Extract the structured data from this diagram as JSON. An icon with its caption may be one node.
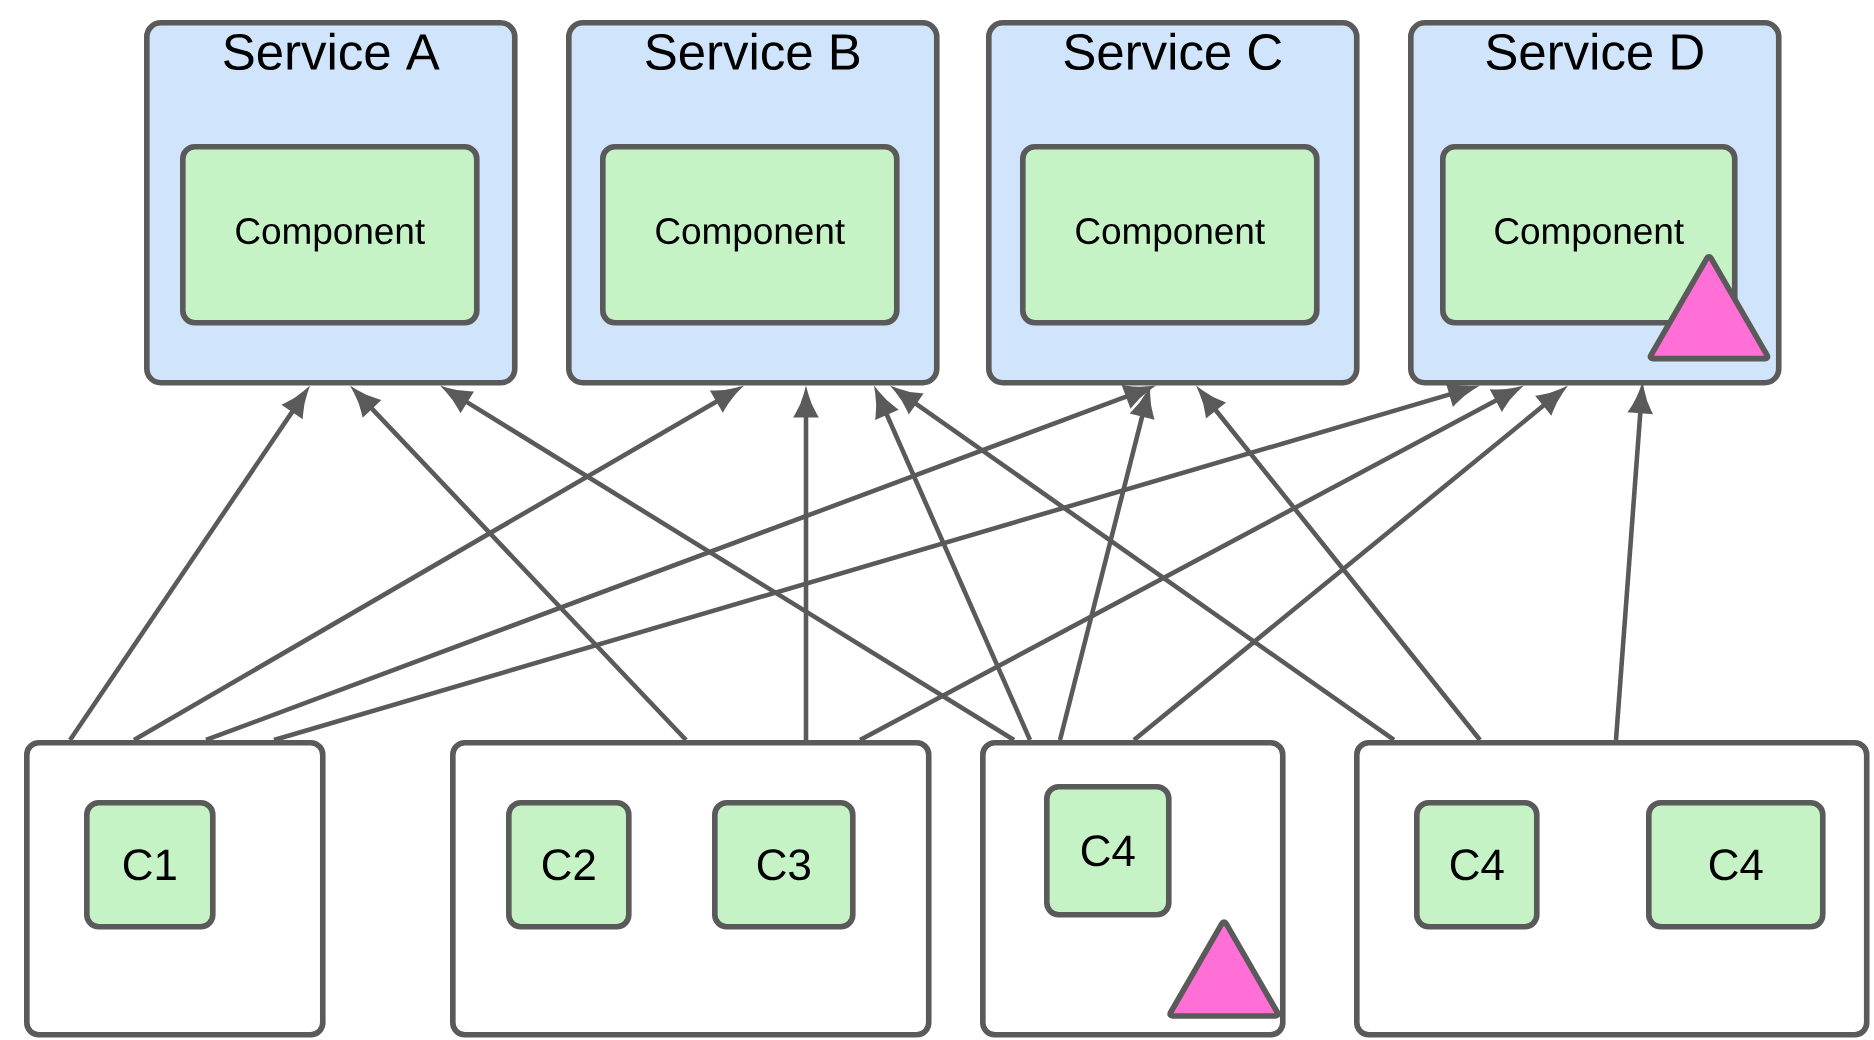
{
  "diagram": {
    "nodes": [
      {
        "text": [
          "Service A"
        ]
      },
      {
        "text": [
          "Component"
        ],
        "in": 0
      },
      {
        "text": [
          "Service B"
        ]
      },
      {
        "text": [
          "Component"
        ],
        "in": 2
      },
      {
        "text": [
          "Service C"
        ]
      },
      {
        "text": [
          "Component"
        ],
        "in": 4
      },
      {
        "text": [
          "Service D"
        ]
      },
      {
        "text": [
          "Component"
        ],
        "in": 6
      },
      {
        "text": [],
        "shape": "triangle",
        "in": 6
      },
      {
        "text": [],
        "shape": "box"
      },
      {
        "text": [
          "C1"
        ],
        "in": 9
      },
      {
        "text": [],
        "shape": "box"
      },
      {
        "text": [
          "C2"
        ],
        "in": 11
      },
      {
        "text": [
          "C3"
        ],
        "in": 11
      },
      {
        "text": [],
        "shape": "box"
      },
      {
        "text": [
          "C4"
        ],
        "in": 14
      },
      {
        "text": [],
        "shape": "triangle",
        "in": 14
      },
      {
        "text": [],
        "shape": "box"
      },
      {
        "text": [
          "C4"
        ],
        "in": 17
      },
      {
        "text": [
          "C4"
        ],
        "in": 17
      }
    ],
    "edges": [
      {
        "from": 9,
        "to": 0,
        "arrow": "to"
      },
      {
        "from": 9,
        "to": 2,
        "arrow": "to"
      },
      {
        "from": 9,
        "to": 4,
        "arrow": "to"
      },
      {
        "from": 9,
        "to": 6,
        "arrow": "to"
      },
      {
        "from": 11,
        "to": 0,
        "arrow": "to"
      },
      {
        "from": 11,
        "to": 2,
        "arrow": "to"
      },
      {
        "from": 11,
        "to": 6,
        "arrow": "to"
      },
      {
        "from": 14,
        "to": 0,
        "arrow": "to"
      },
      {
        "from": 14,
        "to": 2,
        "arrow": "to"
      },
      {
        "from": 14,
        "to": 4,
        "arrow": "to"
      },
      {
        "from": 14,
        "to": 6,
        "arrow": "to"
      },
      {
        "from": 17,
        "to": 2,
        "arrow": "to"
      },
      {
        "from": 17,
        "to": 4,
        "arrow": "to"
      },
      {
        "from": 17,
        "to": 8,
        "arrow": "to"
      }
    ]
  }
}
